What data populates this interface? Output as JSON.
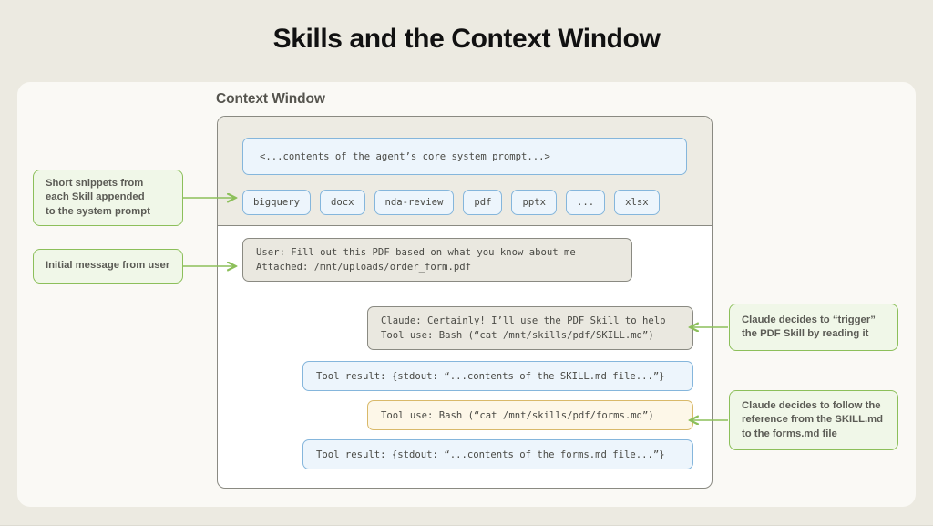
{
  "page": {
    "title": "Skills and the Context Window",
    "background_color": "#ECEAE1",
    "card_color": "#FAF9F5"
  },
  "context_window": {
    "label": "Context Window",
    "system_section": {
      "system_prompt_box": "<...contents of the agent’s core system prompt...>",
      "skill_chips": [
        "bigquery",
        "docx",
        "nda-review",
        "pdf",
        "pptx",
        "...",
        "xlsx"
      ]
    },
    "transcript": [
      {
        "id": "user-message",
        "style": "beige",
        "line1": "User: Fill out this PDF based on what you know about me",
        "line2": "Attached: /mnt/uploads/order_form.pdf"
      },
      {
        "id": "claude-message",
        "style": "beige",
        "line1": "Claude: Certainly! I’ll use the PDF Skill to help",
        "line2": "Tool use: Bash (“cat /mnt/skills/pdf/SKILL.md”)"
      },
      {
        "id": "tool-result-skill",
        "style": "blue",
        "line1": "Tool result: {stdout: “...contents of the SKILL.md file...”}",
        "line2": ""
      },
      {
        "id": "tool-use-forms",
        "style": "cream",
        "line1": "Tool use: Bash (“cat /mnt/skills/pdf/forms.md”)",
        "line2": ""
      },
      {
        "id": "tool-result-forms",
        "style": "blue",
        "line1": "Tool result: {stdout: “...contents of the forms.md file...”}",
        "line2": ""
      }
    ]
  },
  "callouts": {
    "snippets": {
      "line1": "Short snippets from",
      "line2": "each Skill appended",
      "line3": "to the system prompt"
    },
    "initial_message": {
      "line1": "Initial message from user"
    },
    "trigger": {
      "line1": "Claude decides to “trigger”",
      "line2": "the PDF Skill by reading it"
    },
    "follow_reference": {
      "line1": "Claude decides to follow the",
      "line2": "reference from the SKILL.md",
      "line3": "to the forms.md file"
    }
  },
  "colors": {
    "accent_green": "#8CBF5A",
    "blue_border": "#85B6DC",
    "blue_fill": "#EDF5FC",
    "beige_fill": "#EAE8E0",
    "cream_fill": "#FDF7E8",
    "cream_border": "#D9B96A",
    "frame_border": "#8A8A82"
  }
}
